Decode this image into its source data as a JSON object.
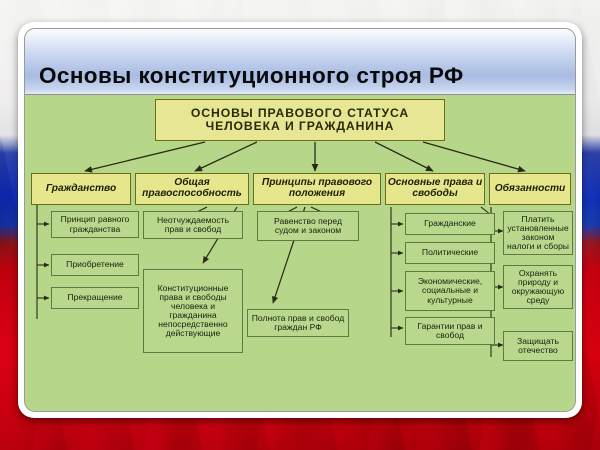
{
  "slide": {
    "title": "Основы конституционного строя РФ",
    "background": "russian-flag",
    "colors": {
      "canvas_green": "#b6d68a",
      "box_yellow": "#e6e68c",
      "root_yellow": "#e6e694",
      "border_dark": "#6d6d14",
      "leaf_border": "#5f7a41",
      "title_gradient_top": "#fdfdff",
      "title_gradient_mid": "#a8bce2",
      "flag_white": "#f2f2f0",
      "flag_blue": "#0d2bb5",
      "flag_red": "#d8000f"
    }
  },
  "diagram": {
    "root": "ОСНОВЫ ПРАВОВОГО СТАТУСА ЧЕЛОВЕКА И ГРАЖДАНИНА",
    "root_line_1": "ОСНОВЫ ПРАВОВОГО СТАТУСА",
    "root_line_2": "ЧЕЛОВЕКА И ГРАЖДАНИНА",
    "categories": [
      {
        "label": "Гражданство",
        "items": [
          "Принцип равного гражданства",
          "Приобретение",
          "Прекращение"
        ]
      },
      {
        "label": "Общая правоспособность",
        "label_line_1": "Общая",
        "label_line_2": "правоспособность",
        "items": [
          "Неотчуждаемость прав и свобод",
          "Конституционные права и свободы человека и гражданина непосредственно действующие"
        ]
      },
      {
        "label": "Принципы правового положения",
        "label_line_1": "Принципы правового",
        "label_line_2": "положения",
        "items": [
          "Равенство перед судом и законом",
          "Полнота прав и свобод граждан РФ"
        ]
      },
      {
        "label": "Основные права и свободы",
        "label_line_1": "Основные права",
        "label_line_2": "и свободы",
        "items": [
          "Гражданские",
          "Политические",
          "Экономические, социальные и культурные",
          "Гарантии прав и свобод"
        ]
      },
      {
        "label": "Обязанности",
        "items": [
          "Платить установленные законом налоги и сборы",
          "Охранять природу и окружающую среду",
          "Защищать отечество"
        ]
      }
    ]
  }
}
